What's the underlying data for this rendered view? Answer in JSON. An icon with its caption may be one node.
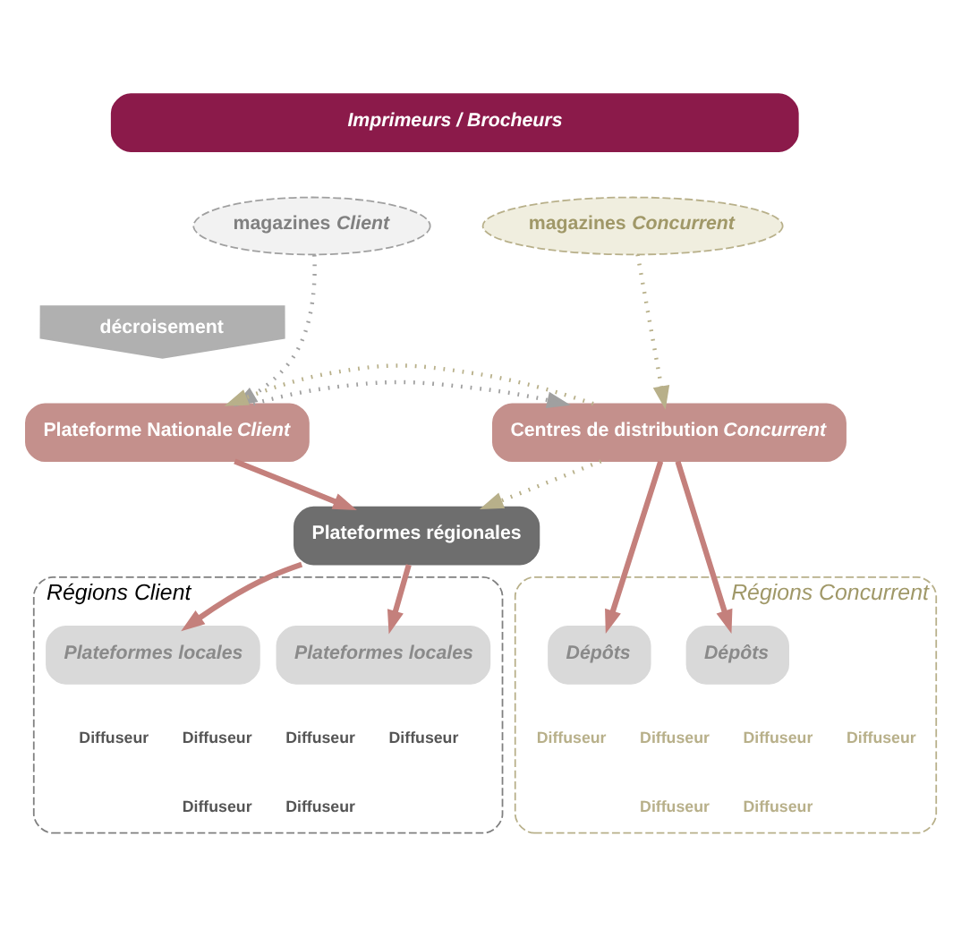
{
  "diagram": {
    "nodes": [
      {
        "text": [
          "Imprimeurs / Brocheurs"
        ]
      },
      {
        "text": [
          "magazines *Client*"
        ]
      },
      {
        "text": [
          "magazines *Concurrent*"
        ]
      },
      {
        "text": [
          "décroisement"
        ]
      },
      {
        "text": [
          "Plateforme Nationale *Client*"
        ]
      },
      {
        "text": [
          "Centres de distribution *Concurrent*"
        ]
      },
      {
        "text": [
          "Plateformes régionales"
        ]
      },
      {
        "text": [
          "Régions Client"
        ]
      },
      {
        "text": [
          "Plateformes locales"
        ],
        "in": 7
      },
      {
        "text": [
          "Plateformes locales"
        ],
        "in": 7
      },
      {
        "text": [
          "Régions Concurrent"
        ]
      },
      {
        "text": [
          "Dépôts"
        ],
        "in": 10
      },
      {
        "text": [
          "Dépôts"
        ],
        "in": 10
      }
    ],
    "edges": [
      {
        "from": 1,
        "to": 4,
        "arrow": "to",
        "style": "dashed",
        "color": "#a0a0a0"
      },
      {
        "from": 2,
        "to": 5,
        "arrow": "to",
        "style": "dashed",
        "color": "#b8b08a"
      },
      {
        "from": 4,
        "to": 5,
        "arrow": "to",
        "style": "dashed",
        "color": "#a0a0a0"
      },
      {
        "from": 5,
        "to": 4,
        "arrow": "to",
        "style": "dashed",
        "color": "#b8b08a"
      },
      {
        "from": 5,
        "to": 6,
        "arrow": "to",
        "style": "dashed",
        "color": "#b8b08a"
      },
      {
        "from": 4,
        "to": 6,
        "arrow": "to"
      },
      {
        "from": 6,
        "to": 8,
        "arrow": "to"
      },
      {
        "from": 6,
        "to": 9,
        "arrow": "to"
      },
      {
        "from": 5,
        "to": 11,
        "arrow": "to"
      },
      {
        "from": 5,
        "to": 12,
        "arrow": "to"
      }
    ],
    "labels": [
      "Diffuseur",
      "Diffuseur",
      "Diffuseur",
      "Diffuseur",
      "Diffuseur",
      "Diffuseur",
      "Diffuseur",
      "Diffuseur",
      "Diffuseur",
      "Diffuseur",
      "Diffuseur",
      "Diffuseur"
    ]
  }
}
